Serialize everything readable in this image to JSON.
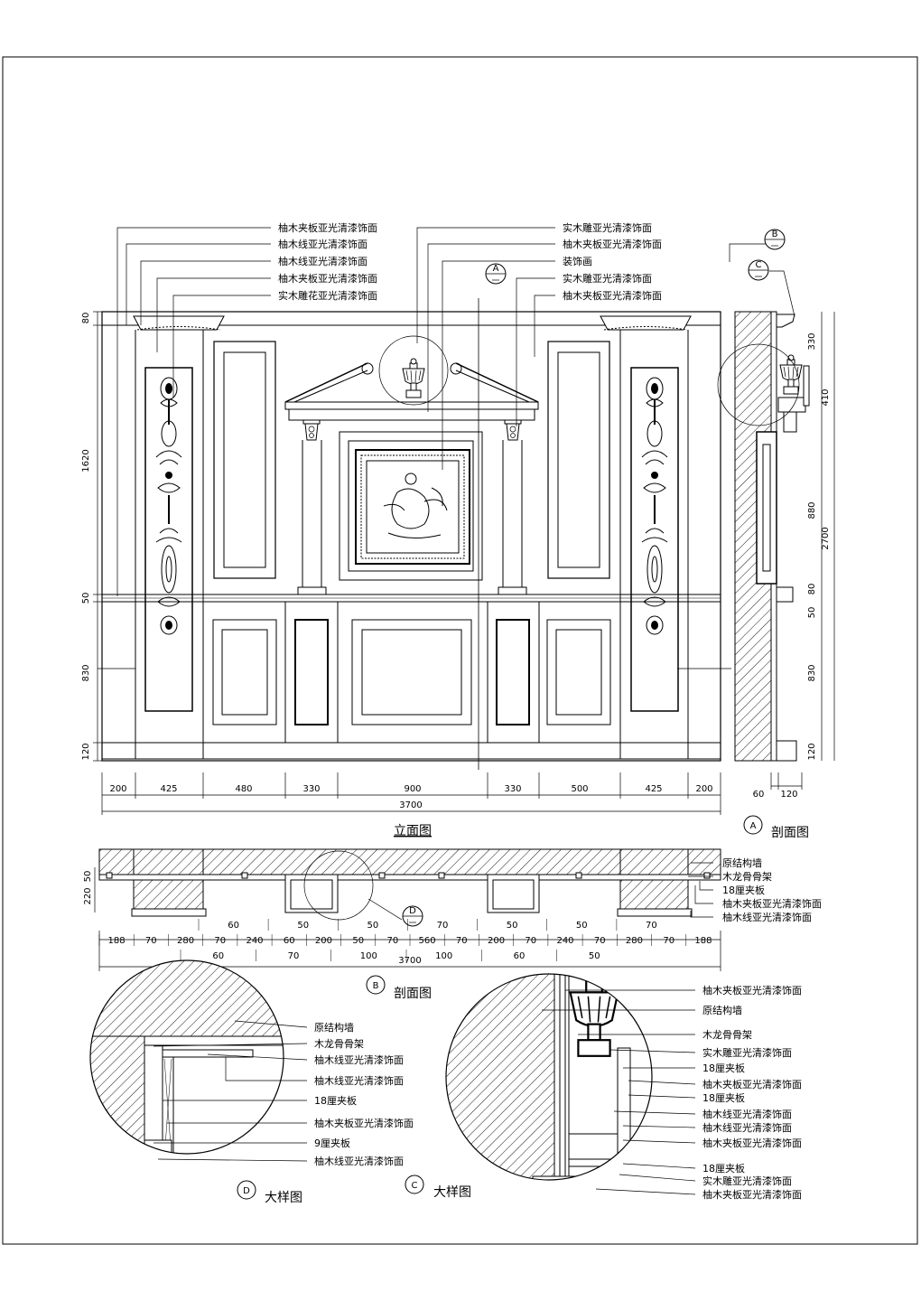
{
  "elevation": {
    "title": "立面图",
    "markers": {
      "a": "A",
      "b": "B",
      "c": "C"
    },
    "labels_left": [
      "柚木夹板亚光清漆饰面",
      "柚木线亚光清漆饰面",
      "柚木线亚光清漆饰面",
      "柚木夹板亚光清漆饰面",
      "实木雕花亚光清漆饰面"
    ],
    "labels_right": [
      "实木雕亚光清漆饰面",
      "柚木夹板亚光清漆饰面",
      "装饰画",
      "实木雕亚光清漆饰面",
      "柚木夹板亚光清漆饰面"
    ],
    "v_dims": [
      "80",
      "1620",
      "50",
      "830",
      "120"
    ],
    "h_dims": [
      "200",
      "425",
      "480",
      "330",
      "900",
      "330",
      "500",
      "425",
      "200"
    ],
    "h_total": "3700"
  },
  "section_a": {
    "title": "剖面图",
    "marker": "A",
    "v_dims": [
      "330",
      "410",
      "880",
      "80",
      "50",
      "830",
      "120"
    ],
    "total": "2700",
    "h_dims": [
      "60",
      "120"
    ]
  },
  "plan_b": {
    "title": "剖面图",
    "marker": "B",
    "detail_marker": "D",
    "labels": [
      "原结构墙",
      "木龙骨骨架",
      "18厘夹板",
      "柚木夹板亚光清漆饰面",
      "柚木线亚光清漆饰面"
    ],
    "v_dims": [
      "50",
      "220"
    ],
    "row1": [
      "188",
      "70",
      "280",
      "70",
      "240",
      "60",
      "200",
      "50",
      "70",
      "560",
      "70",
      "200",
      "70",
      "240",
      "70",
      "280",
      "70",
      "188"
    ],
    "row_upper": [
      "60",
      "50",
      "50",
      "70",
      "50",
      "50",
      "70"
    ],
    "row_lower": [
      "60",
      "70",
      "100",
      "100",
      "60",
      "50"
    ],
    "total": "3700"
  },
  "detail_d": {
    "title": "大样图",
    "marker": "D",
    "labels": [
      "原结构墙",
      "木龙骨骨架",
      "柚木线亚光清漆饰面",
      "柚木线亚光清漆饰面",
      "18厘夹板",
      "柚木夹板亚光清漆饰面",
      "9厘夹板",
      "柚木线亚光清漆饰面"
    ]
  },
  "detail_c": {
    "title": "大样图",
    "marker": "C",
    "labels": [
      "柚木夹板亚光清漆饰面",
      "原结构墙",
      "木龙骨骨架",
      "实木雕亚光清漆饰面",
      "18厘夹板",
      "柚木夹板亚光清漆饰面",
      "18厘夹板",
      "柚木线亚光清漆饰面",
      "柚木线亚光清漆饰面",
      "柚木夹板亚光清漆饰面",
      "18厘夹板",
      "实木雕亚光清漆饰面",
      "柚木夹板亚光清漆饰面"
    ]
  },
  "icons": [
    "section-marker-icon",
    "urn-icon",
    "corbel-icon",
    "ornament-icon",
    "painting-icon"
  ]
}
